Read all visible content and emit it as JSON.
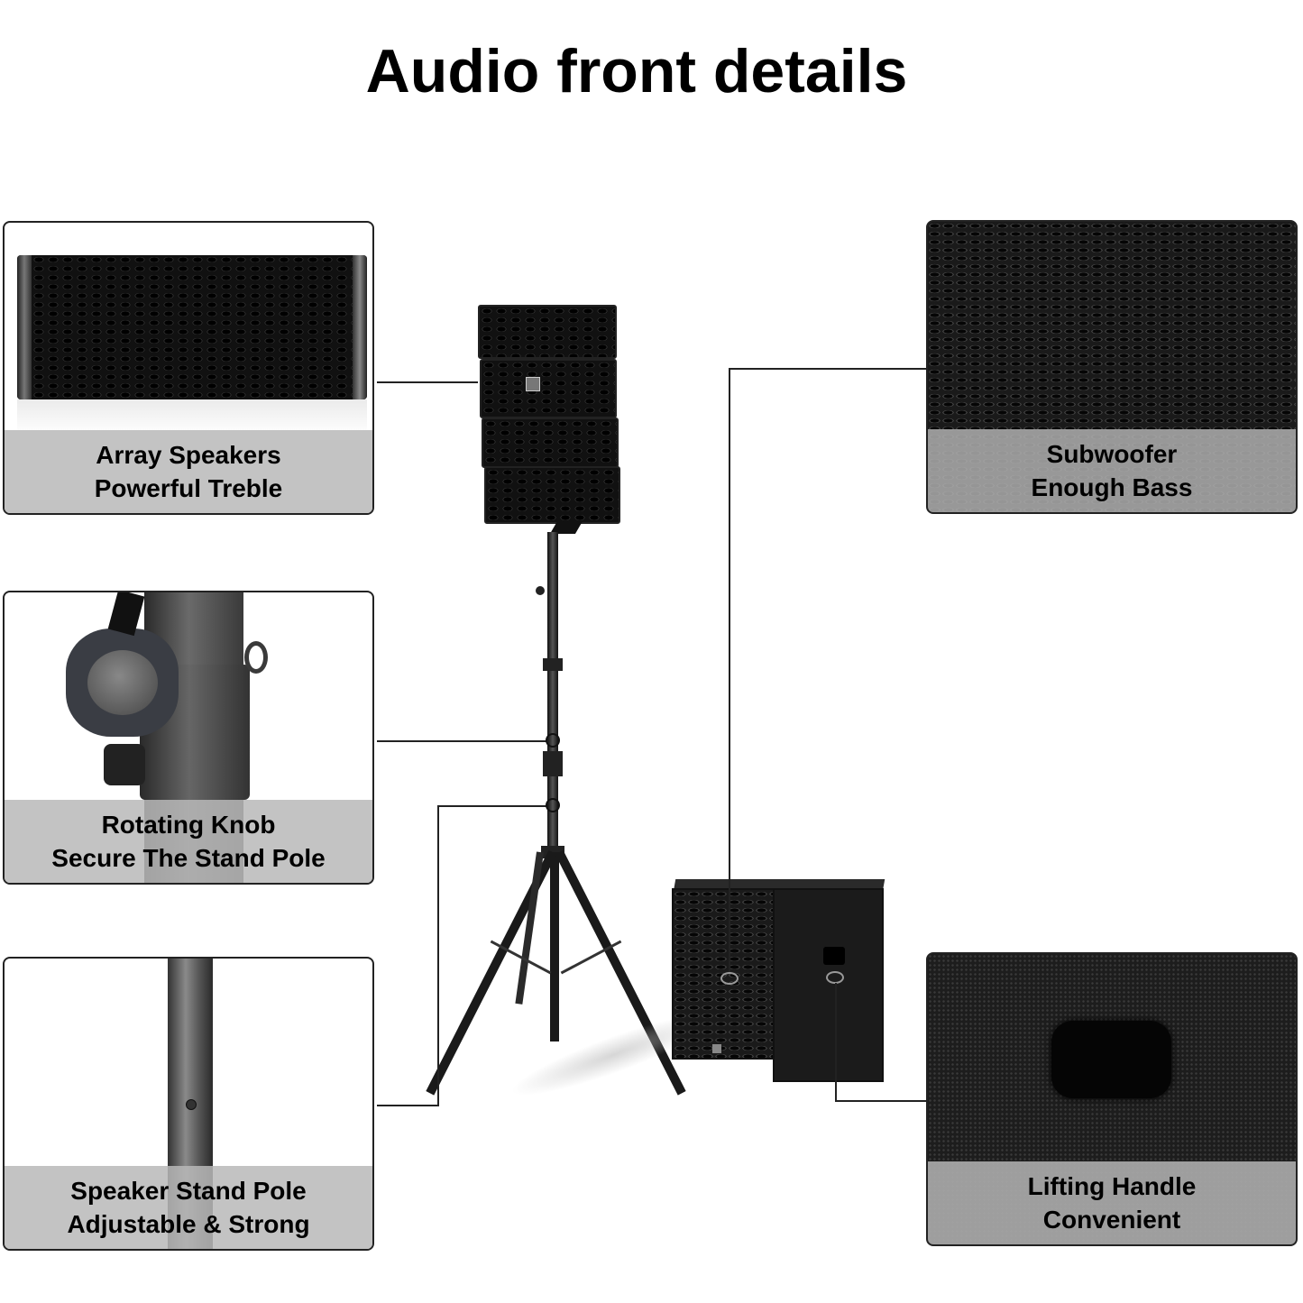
{
  "title": "Audio front details",
  "cards": [
    {
      "id": "array-speakers",
      "line1": "Array Speakers",
      "line2": "Powerful Treble"
    },
    {
      "id": "rotating-knob",
      "line1": "Rotating Knob",
      "line2": "Secure The Stand Pole"
    },
    {
      "id": "stand-pole",
      "line1": "Speaker Stand Pole",
      "line2": "Adjustable & Strong"
    },
    {
      "id": "subwoofer",
      "line1": "Subwoofer",
      "line2": "Enough Bass"
    },
    {
      "id": "lifting-handle",
      "line1": "Lifting Handle",
      "line2": "Convenient"
    }
  ],
  "colors": {
    "caption_bg": "#b9b9b9",
    "card_border": "#222222",
    "speaker_body": "#111111"
  }
}
